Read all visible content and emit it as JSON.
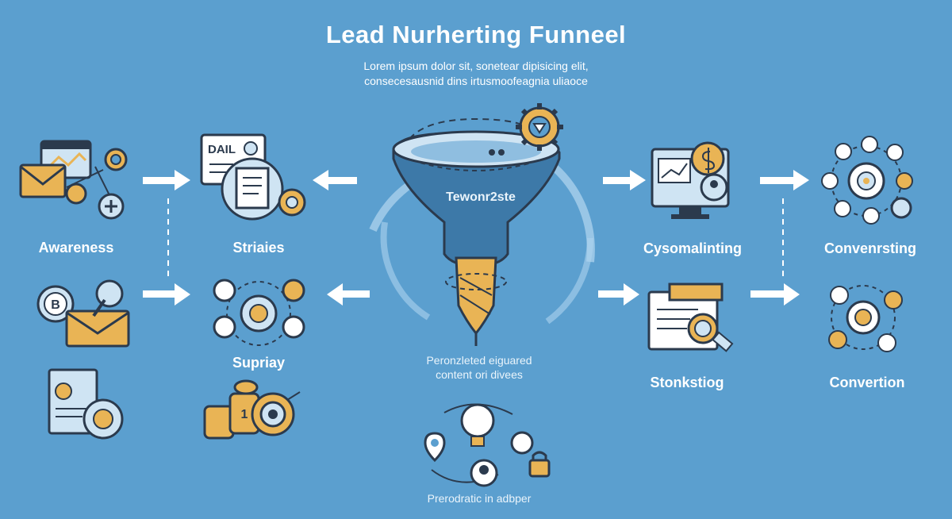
{
  "title": "Lead Nurherting Funneel",
  "subtitle_lines": [
    "Lorem ipsum dolor sit, sonetear dipisicing elit,",
    "consecesausnid dins irtusmoofeagnia uliaoce"
  ],
  "funnel_label": "Tewonr2ste",
  "stages": {
    "awareness": "Awareness",
    "striaies": "Striaies",
    "supriay": "Supriay",
    "cysomalinting": "Cysomalinting",
    "conventing": "Convenrsting",
    "stonkstiog": "Stonkstiog",
    "convertion": "Convertion"
  },
  "notes": {
    "personalized": [
      "Peronzleted eiguared",
      "content ori divees"
    ],
    "bottom": "Prerodratic in adbper"
  },
  "icon_text": {
    "dail": "DAIL",
    "badge_b": "B",
    "one": "1"
  },
  "colors": {
    "background": "#5b9fcf",
    "outline": "#2b3a4d",
    "gold": "#e9b455",
    "white": "#ffffff",
    "light_blue": "#cfe4f3"
  }
}
